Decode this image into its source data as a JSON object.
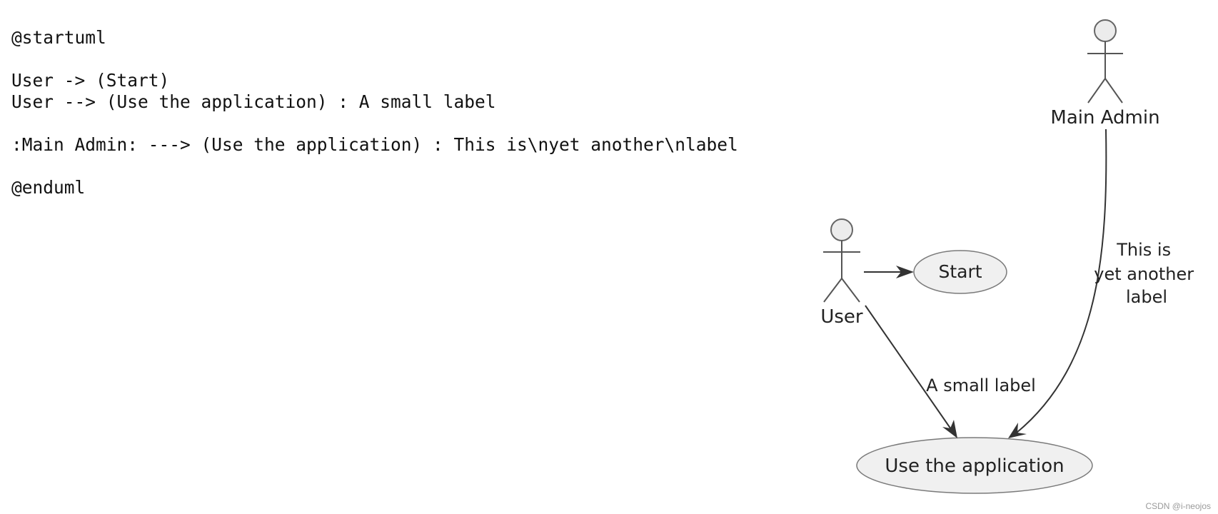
{
  "code_lines": [
    "@startuml",
    "",
    "User -> (Start)",
    "User --> (Use the application) : A small label",
    "",
    ":Main Admin: ---> (Use the application) : This is\\nyet another\\nlabel",
    "",
    "@enduml"
  ],
  "diagram": {
    "actors": {
      "user": "User",
      "main_admin": "Main Admin"
    },
    "usecases": {
      "start": "Start",
      "use_app": "Use the application"
    },
    "edges": {
      "user_use_app_label": "A small label",
      "admin_use_app_label_lines": [
        "This is",
        "yet another",
        "label"
      ]
    }
  },
  "watermark": "CSDN @i-neojos"
}
